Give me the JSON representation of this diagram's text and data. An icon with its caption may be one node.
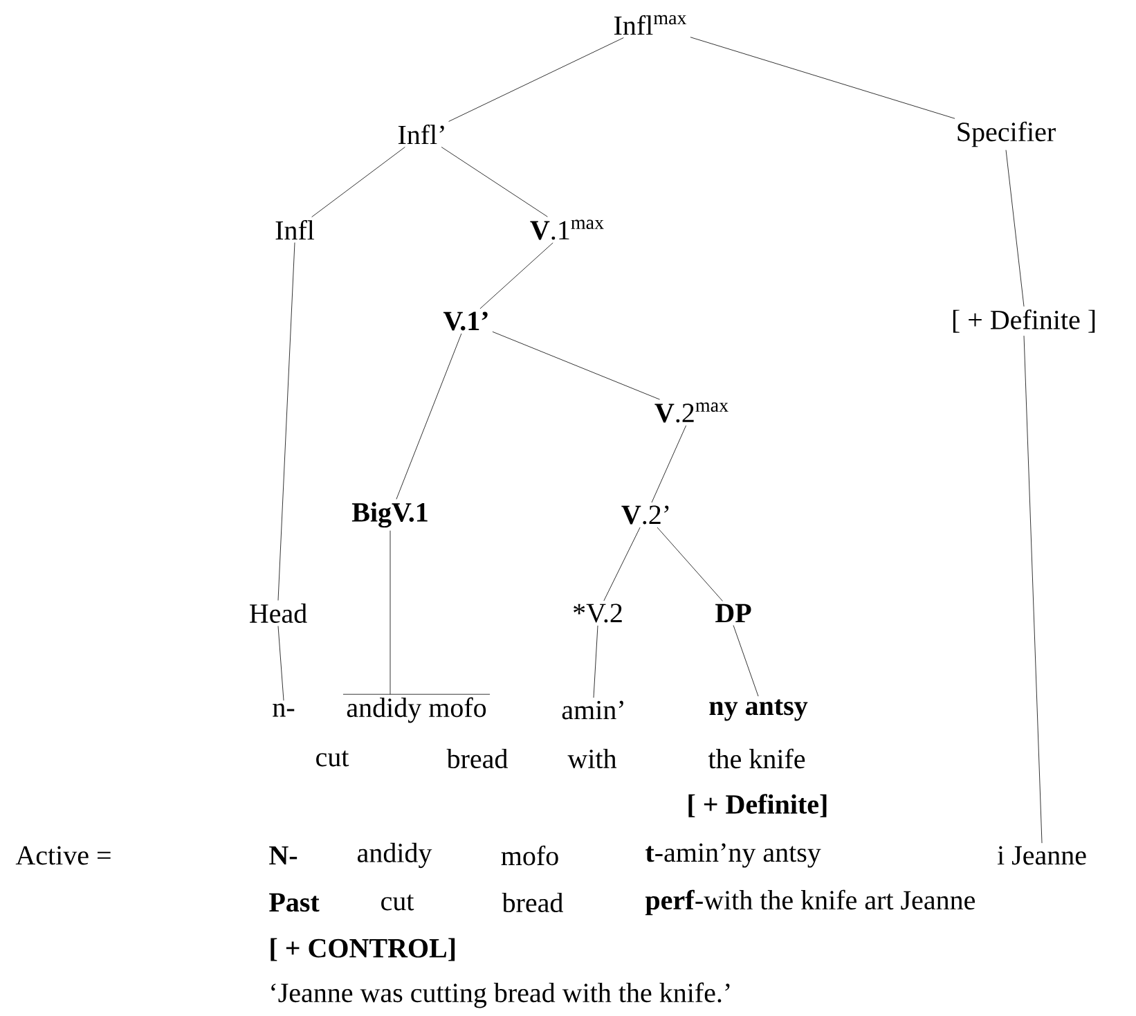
{
  "diagram": {
    "nodes": [
      {
        "text": [
          "Infl$^{max}$"
        ]
      },
      {
        "text": [
          "Infl’"
        ]
      },
      {
        "text": [
          "Specifier"
        ]
      },
      {
        "text": [
          "Infl"
        ]
      },
      {
        "text": [
          "**V**.1$^{max}$"
        ]
      },
      {
        "text": [
          "V.1’"
        ]
      },
      {
        "text": [
          "[ + Definite ]"
        ]
      },
      {
        "text": [
          "**V**.2$^{max}$"
        ]
      },
      {
        "text": [
          "BigV.1"
        ]
      },
      {
        "text": [
          "**V**.2’"
        ]
      },
      {
        "text": [
          "Head"
        ]
      },
      {
        "text": [
          "*V.2"
        ]
      },
      {
        "text": [
          "DP"
        ]
      },
      {
        "text": [
          "n-"
        ]
      },
      {
        "text": [
          "andidy mofo"
        ]
      },
      {
        "text": [
          "amin’"
        ]
      },
      {
        "text": [
          "ny antsy"
        ]
      },
      {
        "text": [
          "i Jeanne"
        ]
      }
    ],
    "edges": [
      {
        "from": 0,
        "to": 1,
        "arrow": "none"
      },
      {
        "from": 0,
        "to": 2,
        "arrow": "none"
      },
      {
        "from": 1,
        "to": 3,
        "arrow": "none"
      },
      {
        "from": 1,
        "to": 4,
        "arrow": "none"
      },
      {
        "from": 4,
        "to": 5,
        "arrow": "none"
      },
      {
        "from": 5,
        "to": 8,
        "arrow": "none"
      },
      {
        "from": 5,
        "to": 7,
        "arrow": "none"
      },
      {
        "from": 7,
        "to": 9,
        "arrow": "none"
      },
      {
        "from": 9,
        "to": 11,
        "arrow": "none"
      },
      {
        "from": 9,
        "to": 12,
        "arrow": "none"
      },
      {
        "from": 2,
        "to": 6,
        "arrow": "none"
      },
      {
        "from": 3,
        "to": 10,
        "arrow": "none"
      },
      {
        "from": 10,
        "to": 13,
        "arrow": "none"
      },
      {
        "from": 8,
        "to": 14,
        "arrow": "none"
      },
      {
        "from": 11,
        "to": 15,
        "arrow": "none"
      },
      {
        "from": 12,
        "to": 16,
        "arrow": "none"
      },
      {
        "from": 6,
        "to": 17,
        "arrow": "none"
      }
    ],
    "labels": [
      "cut",
      "bread",
      "with",
      "the knife",
      "[ + Definite]",
      "Active =",
      "N-",
      "andidy",
      "mofo",
      "**t**-amin’ny antsy",
      "Past",
      "cut",
      "bread",
      "**perf**-with the knife art Jeanne",
      "[ + CONTROL]",
      "‘Jeanne was cutting bread with the knife.’"
    ]
  }
}
